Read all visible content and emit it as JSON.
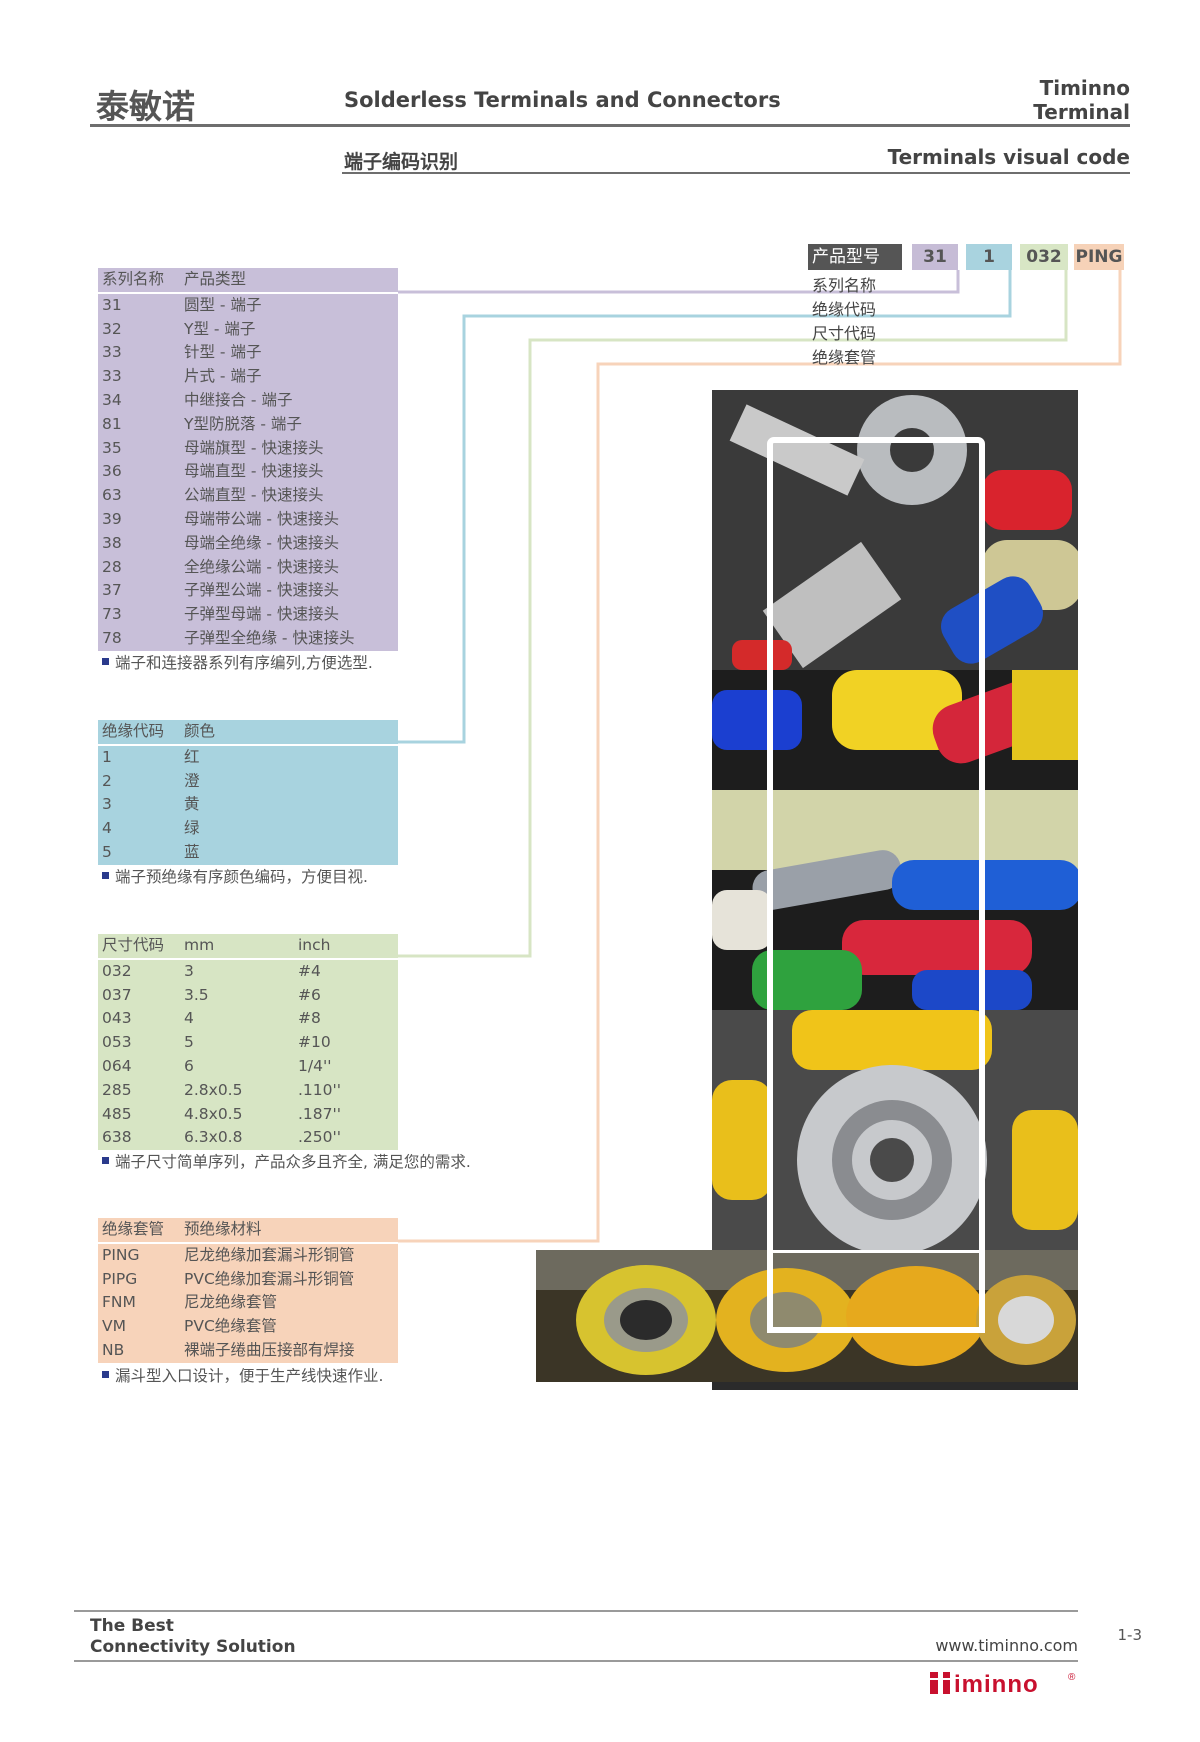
{
  "header": {
    "brand_cn": "泰敏诺",
    "title": "Solderless Terminals and Connectors",
    "company_line1": "Timinno",
    "company_line2": "Terminal",
    "subtitle_cn": "端子编码识别",
    "subtitle_en": "Terminals visual code"
  },
  "code": {
    "product_label": "产品型号",
    "series": "31",
    "insulation": "1",
    "size": "032",
    "sleeve": "PING",
    "labels": [
      "系列名称",
      "绝缘代码",
      "尺寸代码",
      "绝缘套管"
    ]
  },
  "series_table": {
    "headers": [
      "系列名称",
      "产品类型"
    ],
    "rows": [
      [
        "31",
        "圆型 - 端子"
      ],
      [
        "32",
        "Y型 - 端子"
      ],
      [
        "33",
        "针型 - 端子"
      ],
      [
        "33",
        "片式 - 端子"
      ],
      [
        "34",
        "中继接合 - 端子"
      ],
      [
        "81",
        "Y型防脱落 - 端子"
      ],
      [
        "35",
        "母端旗型 - 快速接头"
      ],
      [
        "36",
        "母端直型 - 快速接头"
      ],
      [
        "63",
        "公端直型 - 快速接头"
      ],
      [
        "39",
        "母端带公端 - 快速接头"
      ],
      [
        "38",
        "母端全绝缘 - 快速接头"
      ],
      [
        "28",
        "全绝缘公端 - 快速接头"
      ],
      [
        "37",
        "子弹型公端 - 快速接头"
      ],
      [
        "73",
        "子弹型母端 - 快速接头"
      ],
      [
        "78",
        "子弹型全绝缘 - 快速接头"
      ]
    ],
    "note": "端子和连接器系列有序编列,方便选型."
  },
  "insulation_table": {
    "headers": [
      "绝缘代码",
      "颜色"
    ],
    "rows": [
      [
        "1",
        "红"
      ],
      [
        "2",
        "澄"
      ],
      [
        "3",
        "黄"
      ],
      [
        "4",
        "绿"
      ],
      [
        "5",
        "蓝"
      ]
    ],
    "note": "端子预绝缘有序颜色编码，方便目视."
  },
  "size_table": {
    "headers": [
      "尺寸代码",
      "mm",
      "inch"
    ],
    "rows": [
      [
        "032",
        "3",
        "#4"
      ],
      [
        "037",
        "3.5",
        "#6"
      ],
      [
        "043",
        "4",
        "#8"
      ],
      [
        "053",
        "5",
        "#10"
      ],
      [
        "064",
        "6",
        "1/4''"
      ],
      [
        "285",
        "2.8x0.5",
        ".110''"
      ],
      [
        "485",
        "4.8x0.5",
        ".187''"
      ],
      [
        "638",
        "6.3x0.8",
        ".250''"
      ]
    ],
    "note": "端子尺寸简单序列，产品众多且齐全, 满足您的需求."
  },
  "sleeve_table": {
    "headers": [
      "绝缘套管",
      "预绝缘材料"
    ],
    "rows": [
      [
        "PING",
        "尼龙绝缘加套漏斗形铜管"
      ],
      [
        "PIPG",
        "PVC绝缘加套漏斗形铜管"
      ],
      [
        "FNM",
        "尼龙绝缘套管"
      ],
      [
        "VM",
        "PVC绝缘套管"
      ],
      [
        "NB",
        "裸端子绻曲压接部有焊接"
      ]
    ],
    "note": "漏斗型入口设计，便于生产线快速作业."
  },
  "footer": {
    "tagline_line1": "The Best",
    "tagline_line2": "Connectivity Solution",
    "url": "www.timinno.com",
    "page": "1-3",
    "logo_text": "timinno"
  },
  "colors": {
    "series": "#c8bfd9",
    "insulation": "#a8d3df",
    "size": "#d7e5c4",
    "sleeve": "#f7d3ba",
    "logo_red": "#c8102e"
  }
}
